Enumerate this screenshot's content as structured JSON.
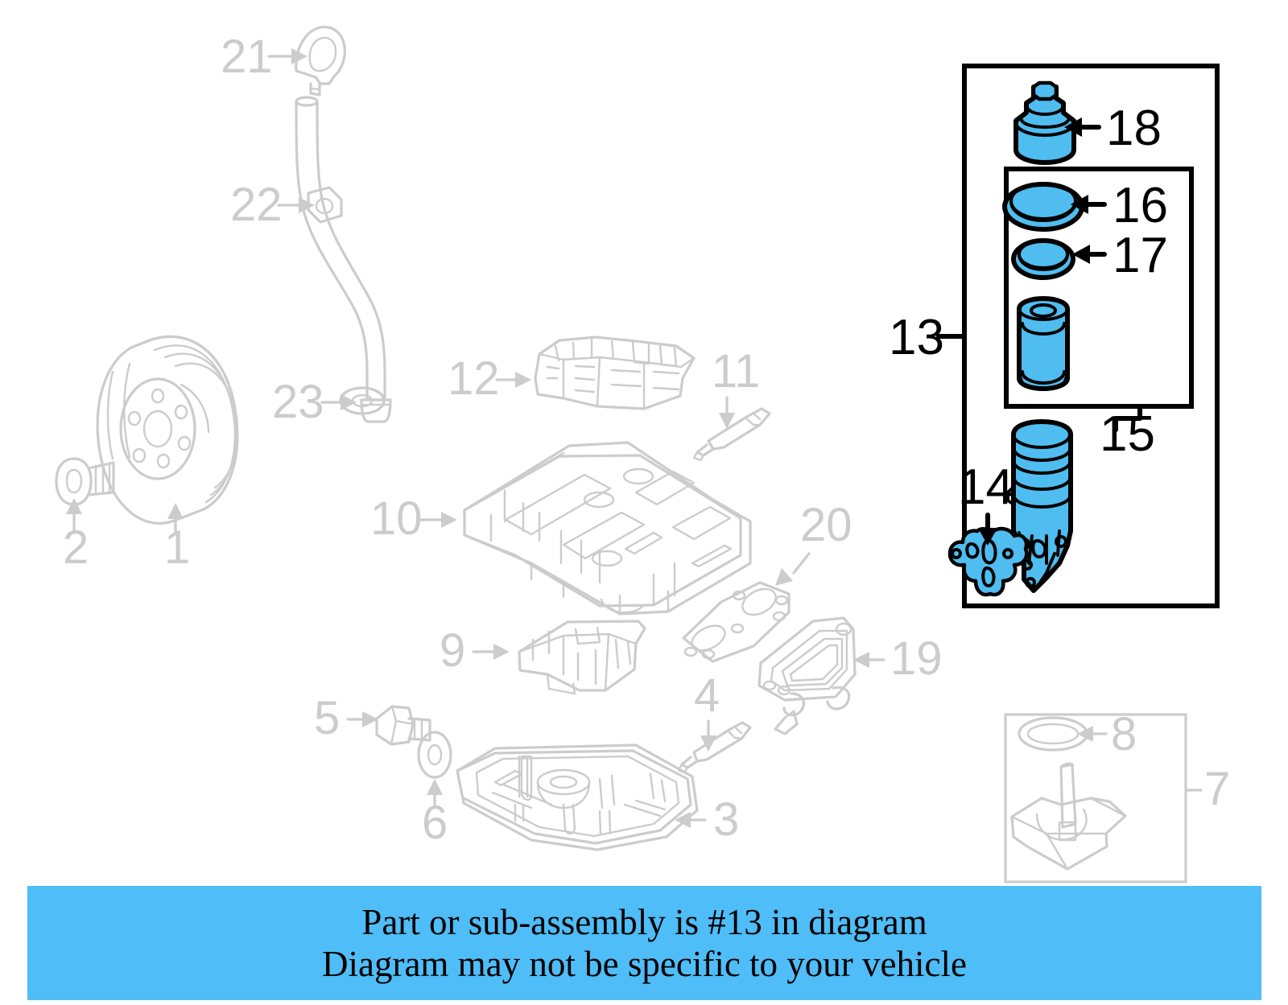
{
  "diagram": {
    "title": "Engine oil pan, oil filter and dipstick exploded parts diagram",
    "highlight_color": "#4fbdf0",
    "inactive_color": "#cccccc",
    "banner_color": "#4fbdf7",
    "highlighted_part_number": "13"
  },
  "banner": {
    "line1": "Part or sub-assembly is #13 in diagram",
    "line2": "Diagram may not be specific to your vehicle"
  },
  "callouts": {
    "n1": {
      "label": "1",
      "name": "crankshaft-pulley",
      "highlighted": false
    },
    "n2": {
      "label": "2",
      "name": "pulley-bolt",
      "highlighted": false
    },
    "n3": {
      "label": "3",
      "name": "lower-oil-pan",
      "highlighted": false
    },
    "n4": {
      "label": "4",
      "name": "sealant-tube-lower",
      "highlighted": false
    },
    "n5": {
      "label": "5",
      "name": "oil-drain-plug",
      "highlighted": false
    },
    "n6": {
      "label": "6",
      "name": "drain-plug-gasket",
      "highlighted": false
    },
    "n7": {
      "label": "7",
      "name": "oil-pump-assembly-box",
      "highlighted": false
    },
    "n8": {
      "label": "8",
      "name": "oil-pump-o-ring",
      "highlighted": false
    },
    "n9": {
      "label": "9",
      "name": "windage-tray",
      "highlighted": false
    },
    "n10": {
      "label": "10",
      "name": "upper-oil-pan",
      "highlighted": false
    },
    "n11": {
      "label": "11",
      "name": "sealant-tube-upper",
      "highlighted": false
    },
    "n12": {
      "label": "12",
      "name": "oil-baffle-plate",
      "highlighted": false
    },
    "n13": {
      "label": "13",
      "name": "oil-filter-housing-assembly",
      "highlighted": true
    },
    "n14": {
      "label": "14",
      "name": "filter-housing-seal-bracket",
      "highlighted": true
    },
    "n15": {
      "label": "15",
      "name": "oil-filter-service-kit",
      "highlighted": true
    },
    "n16": {
      "label": "16",
      "name": "filter-cap-o-ring-large",
      "highlighted": true
    },
    "n17": {
      "label": "17",
      "name": "filter-cap-o-ring-small",
      "highlighted": true
    },
    "n18": {
      "label": "18",
      "name": "oil-filter-cap",
      "highlighted": true
    },
    "n19": {
      "label": "19",
      "name": "engine-oil-cooler",
      "highlighted": false
    },
    "n20": {
      "label": "20",
      "name": "oil-cooler-gasket",
      "highlighted": false
    },
    "n21": {
      "label": "21",
      "name": "dipstick-handle",
      "highlighted": false
    },
    "n22": {
      "label": "22",
      "name": "dipstick-tube-clip",
      "highlighted": false
    },
    "n23": {
      "label": "23",
      "name": "dipstick-tube-seal",
      "highlighted": false
    }
  }
}
